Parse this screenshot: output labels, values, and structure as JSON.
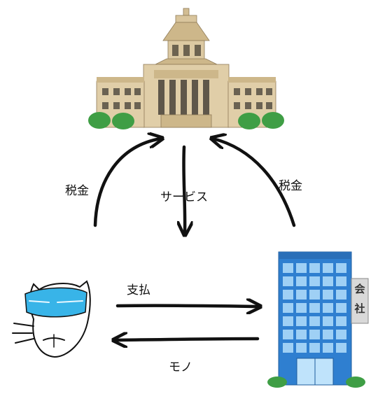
{
  "labels": {
    "tax_left": "税金",
    "service": "サービス",
    "tax_right": "税金",
    "payment": "支払",
    "goods": "モノ"
  },
  "company_sign": [
    "会",
    "社"
  ],
  "nodes": {
    "government": "parliament-building",
    "person": "cat-face-with-sunglasses",
    "company": "office-building"
  },
  "colors": {
    "ink": "#111111",
    "stone": "#dcc9a2",
    "building_blue": "#2f7fd0",
    "glass": "#9fd0f5",
    "bush": "#3f9e45",
    "cat_glasses": "#38b4e8"
  }
}
